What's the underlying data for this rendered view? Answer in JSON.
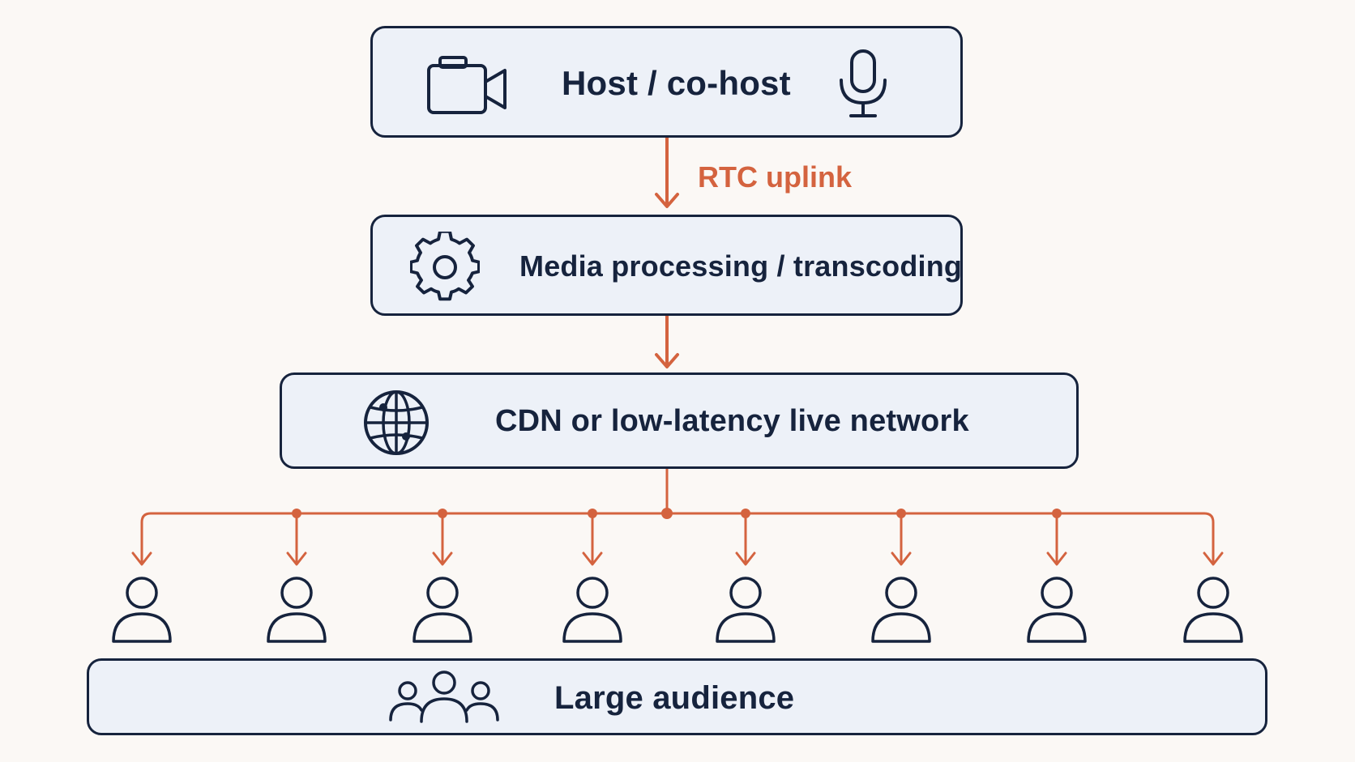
{
  "diagram": {
    "colors": {
      "background": "#fbf8f5",
      "box_fill": "#edf1f8",
      "ink": "#16233d",
      "accent": "#d4633f"
    },
    "nodes": {
      "host": {
        "label": "Host / co-host",
        "icons": [
          "video-camera-icon",
          "microphone-icon"
        ]
      },
      "media": {
        "label": "Media processing / transcoding",
        "icons": [
          "gear-icon"
        ]
      },
      "cdn": {
        "label": "CDN or low-latency live network",
        "icons": [
          "globe-icon"
        ]
      },
      "audience": {
        "label": "Large audience",
        "icons": [
          "group-icon"
        ]
      }
    },
    "edges": [
      {
        "from": "host",
        "to": "media",
        "label": "RTC uplink"
      },
      {
        "from": "media",
        "to": "cdn"
      },
      {
        "from": "cdn",
        "to": "viewers",
        "fan_out": 8
      }
    ],
    "viewers": {
      "count": 8,
      "icon": "person-icon"
    }
  }
}
